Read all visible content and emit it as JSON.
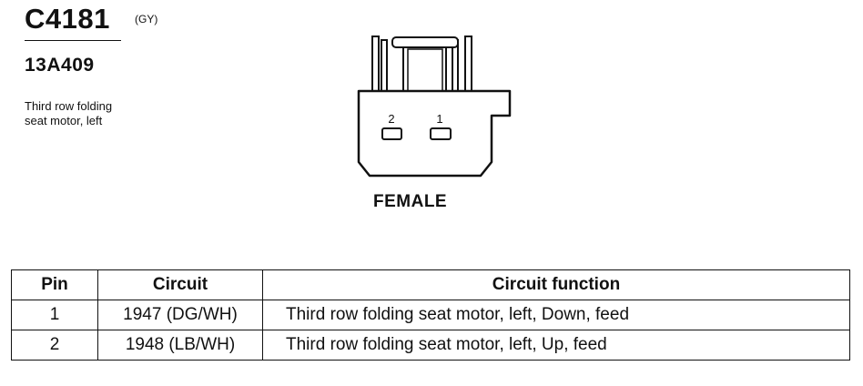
{
  "header": {
    "connector_id": "C4181",
    "color_code": "(GY)",
    "part_number": "13A409",
    "description_line1": "Third row folding",
    "description_line2": "seat motor, left"
  },
  "connector": {
    "gender": "FEMALE",
    "pin_labels": [
      "2",
      "1"
    ]
  },
  "table": {
    "headers": {
      "pin": "Pin",
      "circuit": "Circuit",
      "function": "Circuit function"
    },
    "rows": [
      {
        "pin": "1",
        "circuit": "1947 (DG/WH)",
        "function": "Third row folding seat motor, left, Down, feed"
      },
      {
        "pin": "2",
        "circuit": "1948 (LB/WH)",
        "function": "Third row folding seat motor, left, Up, feed"
      }
    ]
  }
}
